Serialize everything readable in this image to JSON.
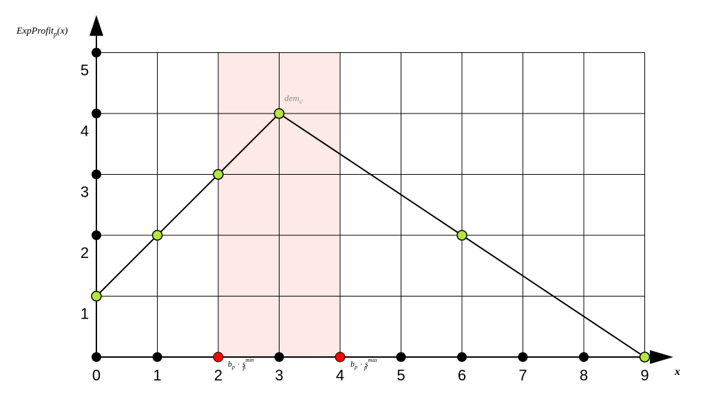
{
  "chart_data": {
    "type": "line",
    "ylabel": "ExpProfit",
    "ylabel_sub": "p",
    "ylabel_arg": "(x)",
    "xlabel": "x",
    "xlim": [
      0,
      9
    ],
    "ylim": [
      0,
      5
    ],
    "x_ticks": [
      "0",
      "1",
      "2",
      "3",
      "4",
      "5",
      "6",
      "7",
      "8",
      "9"
    ],
    "y_ticks": [
      "1",
      "2",
      "3",
      "4",
      "5"
    ],
    "grid": true,
    "shaded_region": {
      "x_from": 2,
      "x_to": 4,
      "color": "#fde9e5"
    },
    "series": [
      {
        "x": [
          0,
          1,
          2,
          3,
          6,
          9
        ],
        "y": [
          1,
          2,
          3,
          4,
          2,
          0
        ],
        "line_color": "#000000",
        "marker_color": "#b5e53f"
      }
    ],
    "axis_markers": {
      "x_black": [
        0,
        1,
        3,
        5,
        6,
        7,
        8
      ],
      "x_red": [
        2,
        4
      ],
      "y_black": [
        1,
        2,
        3,
        4,
        5
      ]
    },
    "annotations": {
      "peak": {
        "base": "dem",
        "sub": "s'",
        "x": 3,
        "y": 4
      },
      "min_label": {
        "b": "b",
        "b_sub": "p",
        "dot": "·",
        "s": "s",
        "s_sub": "p",
        "s_sup": "min",
        "x": 2
      },
      "max_label": {
        "b": "b",
        "b_sub": "p",
        "dot": "·",
        "s": "s",
        "s_sub": "p",
        "s_sup": "max",
        "x": 4
      }
    },
    "colors": {
      "red_marker": "#ff0000",
      "black_marker": "#000000"
    }
  }
}
